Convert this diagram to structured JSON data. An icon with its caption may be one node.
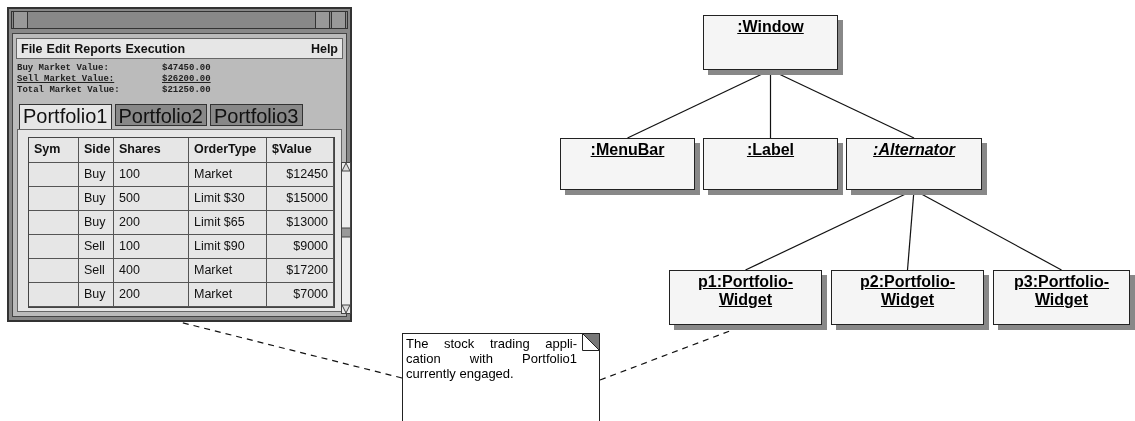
{
  "diagram": {
    "nodes": [
      {
        "text": [],
        "shape": "picture"
      },
      {
        "text": [
          ":Window"
        ]
      },
      {
        "text": [
          ":MenuBar"
        ]
      },
      {
        "text": [
          ":Label"
        ]
      },
      {
        "text": [
          ":Alternator"
        ]
      },
      {
        "text": [
          "p1:Portfolio- Widget"
        ]
      },
      {
        "text": [
          "p2:Portfolio- Widget"
        ]
      },
      {
        "text": [
          "p3:Portfolio- Widget"
        ]
      },
      {
        "text": [
          "The stock trading appli- cation with Portfolio1 currently engaged."
        ]
      }
    ],
    "edges": [
      {
        "from": 1,
        "to": 2,
        "arrow": "none"
      },
      {
        "from": 1,
        "to": 3,
        "arrow": "none"
      },
      {
        "from": 1,
        "to": 4,
        "arrow": "none"
      },
      {
        "from": 4,
        "to": 5,
        "arrow": "none"
      },
      {
        "from": 4,
        "to": 6,
        "arrow": "none"
      },
      {
        "from": 4,
        "to": 7,
        "arrow": "none"
      },
      {
        "from": 8,
        "to": 0,
        "arrow": "none",
        "style": "dashed"
      },
      {
        "from": 8,
        "to": 5,
        "arrow": "none",
        "style": "dashed"
      }
    ],
    "labels": [
      "File",
      "Edit",
      "Reports",
      "Execution",
      "Help",
      "Buy Market Value:",
      "$47450.00",
      "Sell Market Value:",
      "$26200.00",
      "Total Market Value:",
      "$21250.00",
      "Portfolio1",
      "Portfolio2",
      "Portfolio3",
      "Sym",
      "Side",
      "Shares",
      "OrderType",
      "$Value",
      "Buy",
      "100",
      "Market",
      "$12450",
      "Buy",
      "500",
      "Limit $30",
      "$15000",
      "Buy",
      "200",
      "Limit $65",
      "$13000",
      "Sell",
      "100",
      "Limit $90",
      "$9000",
      "Sell",
      "400",
      "Market",
      "$17200",
      "Buy",
      "200",
      "Market",
      "$7000"
    ]
  }
}
